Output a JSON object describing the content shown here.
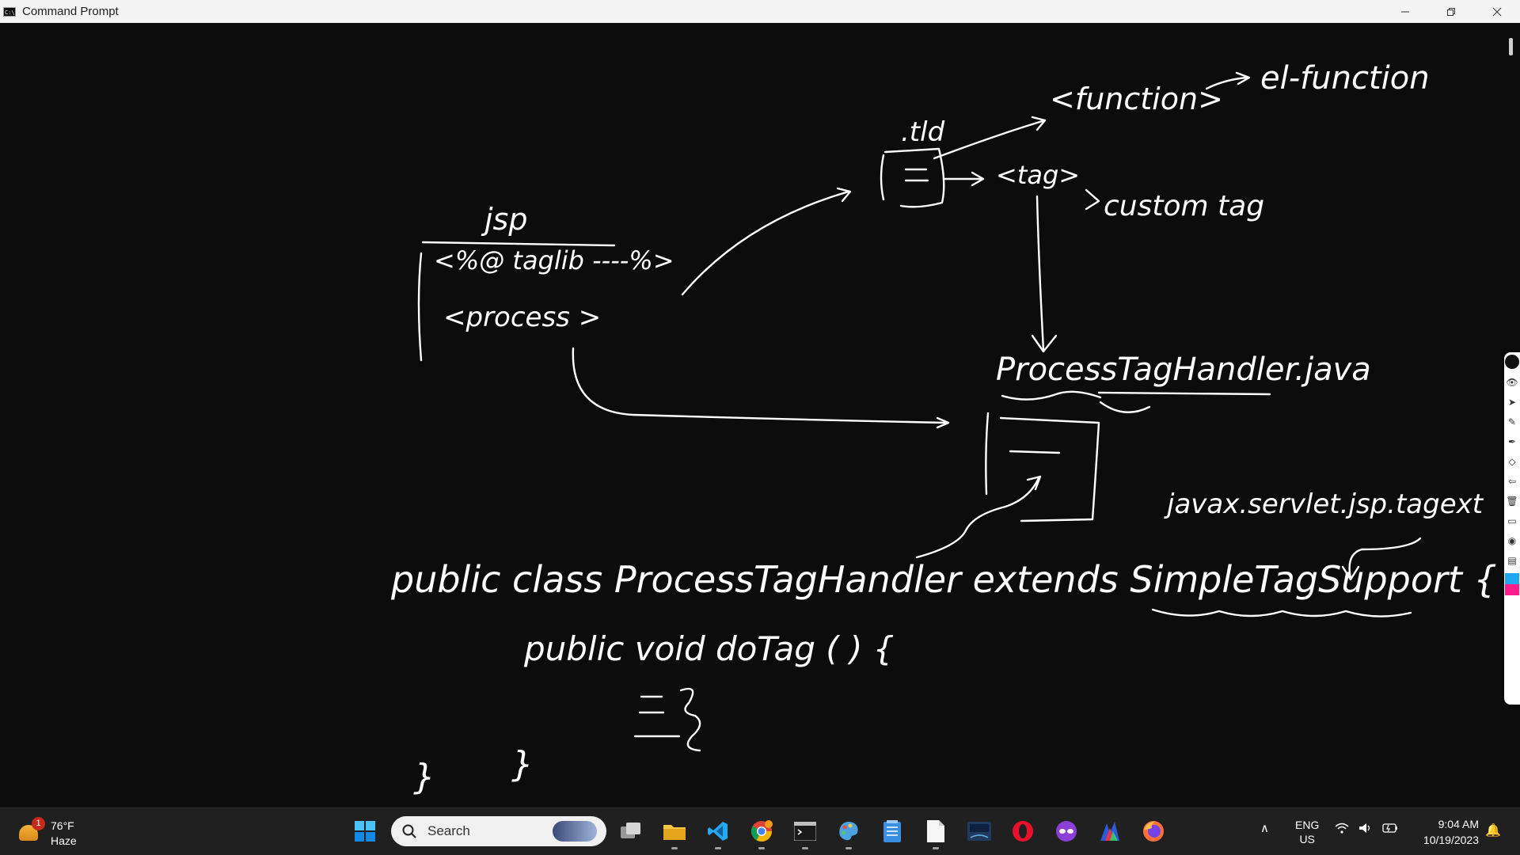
{
  "window": {
    "title": "Command Prompt"
  },
  "whiteboard": {
    "jsp_label": "jsp",
    "taglib_directive": "<%@ taglib ----%>",
    "process_tag": "<process >",
    "tld_label": ".tld",
    "function_tag": "<function>",
    "el_function": "el-function",
    "tag_tag": "<tag>",
    "custom_tag": "custom tag",
    "handler_file": "ProcessTagHandler.java",
    "package_name": "javax.servlet.jsp.tagext",
    "class_line": "public class ProcessTagHandler extends SimpleTagSupport {",
    "method_line": "public void doTag ( ) {",
    "close_brace_a": "}",
    "close_brace_b": "}"
  },
  "taskbar": {
    "weather": {
      "temp": "76°F",
      "condition": "Haze",
      "badge": "1"
    },
    "search": {
      "label": "Search"
    },
    "tray": {
      "lang_top": "ENG",
      "lang_bottom": "US"
    },
    "clock": {
      "time": "9:04 AM",
      "date": "10/19/2023"
    },
    "pinned": [
      {
        "name": "start-icon"
      },
      {
        "name": "task-view-icon"
      },
      {
        "name": "file-explorer-icon"
      },
      {
        "name": "vscode-icon"
      },
      {
        "name": "chrome-icon"
      },
      {
        "name": "terminal-icon"
      },
      {
        "name": "paint-icon"
      },
      {
        "name": "notepad-icon"
      },
      {
        "name": "file-icon"
      },
      {
        "name": "mysql-icon"
      },
      {
        "name": "opera-icon"
      },
      {
        "name": "mask-app-icon"
      },
      {
        "name": "art-app-icon"
      },
      {
        "name": "firefox-icon"
      }
    ]
  }
}
